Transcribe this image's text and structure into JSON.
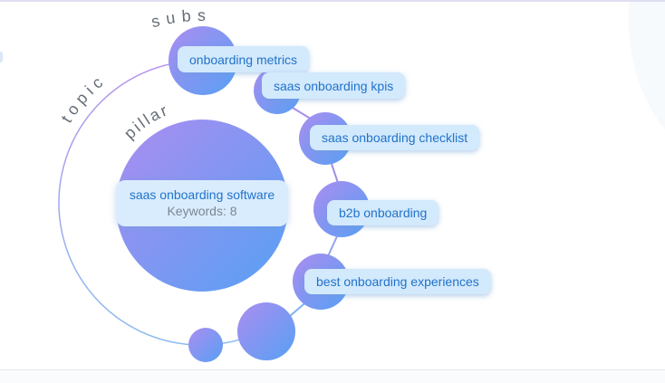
{
  "map": {
    "ring_labels": {
      "subs": "subs",
      "topic": "topic",
      "pillar": "pillar"
    },
    "pillar_node": {
      "label": "saas onboarding software",
      "keywords_label": "Keywords: 8"
    },
    "subtopics": [
      {
        "label": "onboarding metrics"
      },
      {
        "label": "saas onboarding kpis"
      },
      {
        "label": "saas onboarding checklist"
      },
      {
        "label": "b2b onboarding"
      },
      {
        "label": "best onboarding experiences"
      }
    ],
    "colors": {
      "node_gradient_start": "#ab8df0",
      "node_gradient_end": "#57a0f4",
      "ring_gradient_top": "#b993ef",
      "ring_gradient_bottom": "#88bcf0",
      "chip_background": "#d3e9fc",
      "chip_text": "#2173cb",
      "keywords_text": "#7d8693",
      "ring_label_text": "#666e79"
    }
  }
}
